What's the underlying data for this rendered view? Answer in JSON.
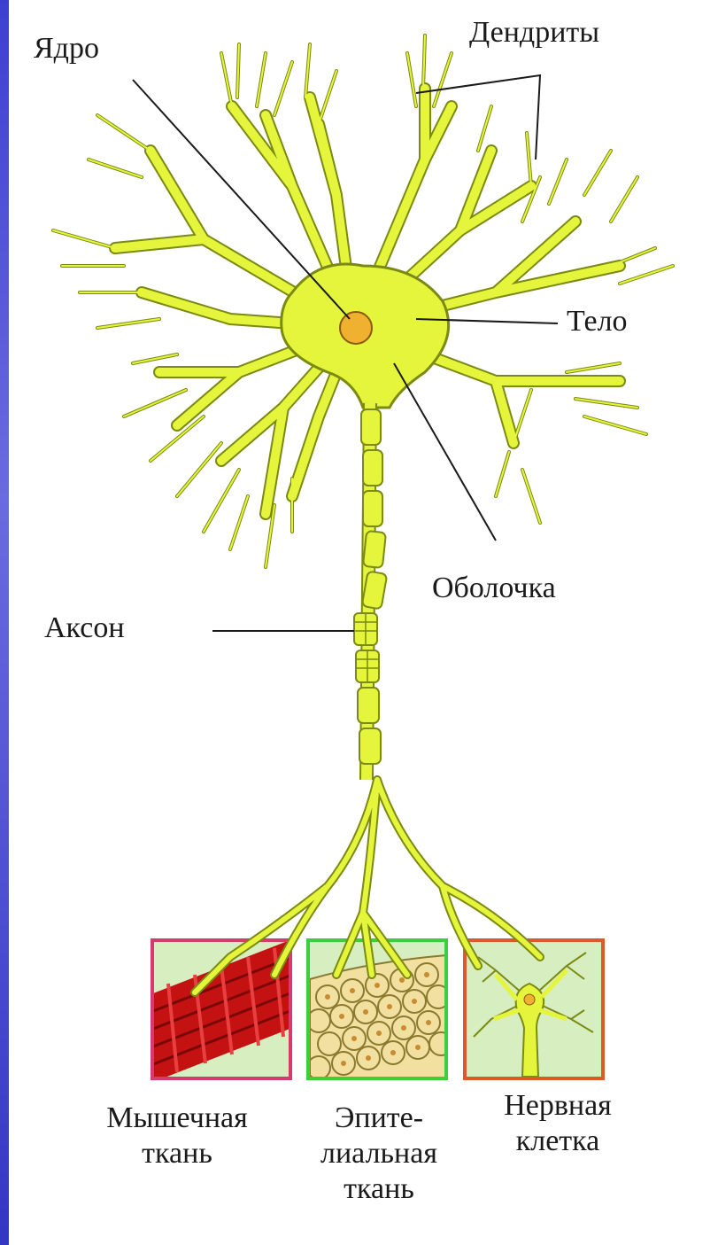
{
  "labels": {
    "nucleus": "Ядро",
    "dendrites": "Дендриты",
    "body": "Тело",
    "sheath": "Оболочка",
    "axon": "Аксон"
  },
  "panels": [
    {
      "caption_lines": [
        "Мышечная",
        "ткань"
      ],
      "border": "#d63a6e"
    },
    {
      "caption_lines": [
        "Эпите-",
        "лиальная",
        "ткань"
      ],
      "border": "#3ccf3c"
    },
    {
      "caption_lines": [
        "Нервная",
        "клетка"
      ],
      "border": "#e0582a"
    }
  ],
  "colors": {
    "neuron": "#e5f53c",
    "neuron_outline": "#7a8a12",
    "nucleus": "#f0b030",
    "muscle": "#c41212",
    "panel_bg": "#d7eec0",
    "epithelial": "#f1e0a0",
    "side_bar": "#4b4cd6"
  }
}
